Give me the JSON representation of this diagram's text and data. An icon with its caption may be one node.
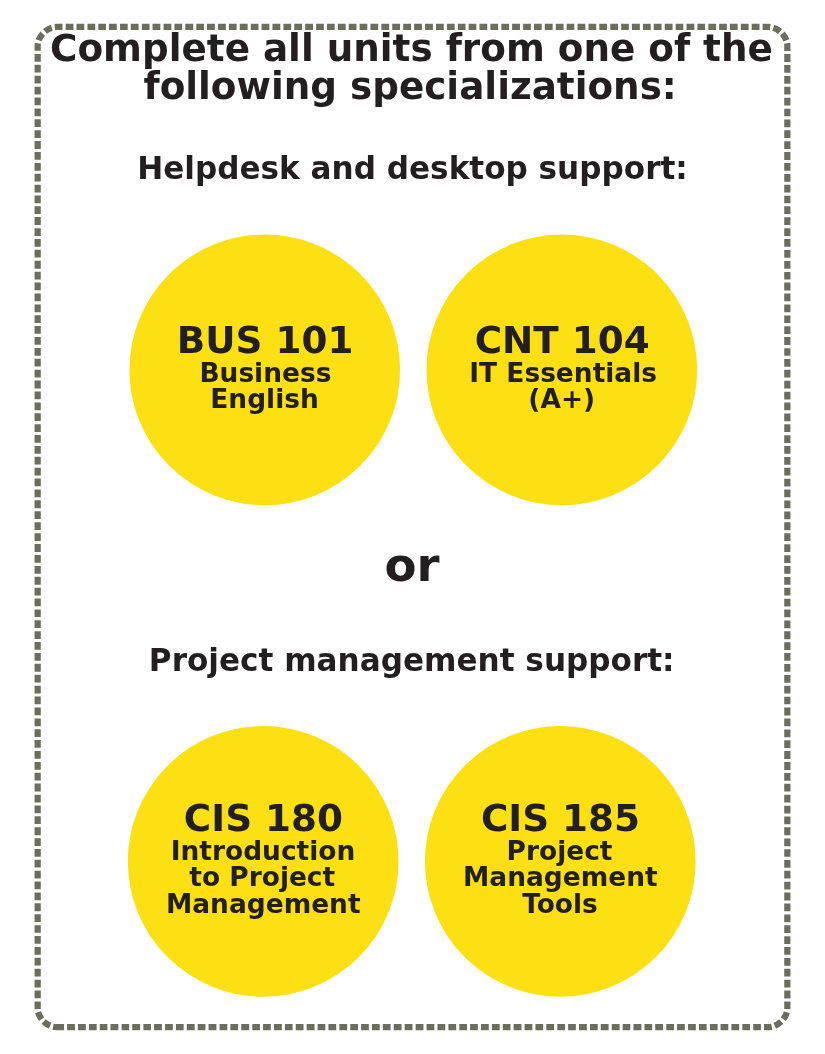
{
  "diagram": {
    "nodes": [
      {
        "text": [
          "Complete all units from one of the following specializations:"
        ]
      },
      {
        "text": [
          "BUS 101",
          "Business English"
        ],
        "in": 0
      },
      {
        "text": [
          "CNT 104",
          "IT Essentials (A+)"
        ],
        "in": 0
      },
      {
        "text": [
          "CIS 180",
          "Introduction to Project Management"
        ],
        "in": 0
      },
      {
        "text": [
          "CIS 185",
          "Project Management Tools"
        ],
        "in": 0
      }
    ],
    "edges": [],
    "labels": [
      "Helpdesk and desktop support:",
      "or",
      "Project management support:"
    ]
  }
}
